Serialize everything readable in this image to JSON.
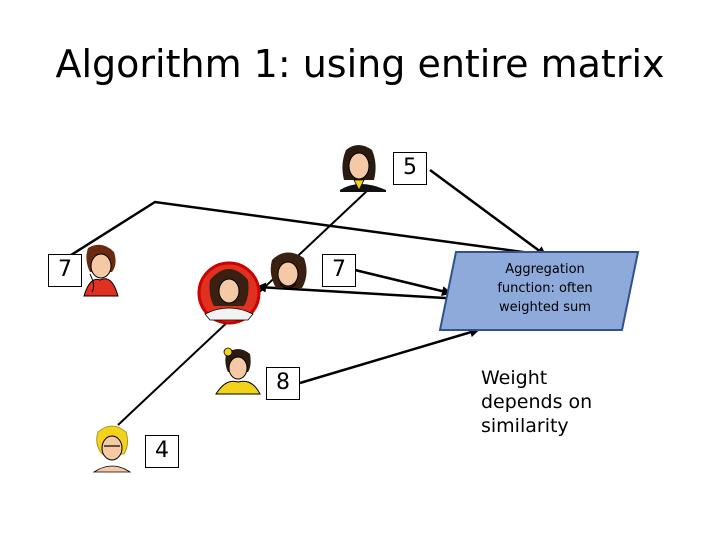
{
  "slide": {
    "title": "Algorithm 1: using entire matrix",
    "ratings": {
      "top_user": "5",
      "left_user": "7",
      "middle_user": "7",
      "lower_user": "8",
      "bottom_user": "4"
    },
    "aggregation_box": {
      "line1": "Aggregation",
      "line2": "function: often",
      "line3": "weighted sum"
    },
    "weight_note": {
      "line1": "Weight",
      "line2": "depends on",
      "line3": "similarity"
    }
  },
  "colors": {
    "aggregation_fill": "#8EAADB",
    "aggregation_border": "#2F528F",
    "target_ring": "#CC0000",
    "clipart_red": "#E03020",
    "clipart_yellow": "#F2D21B",
    "clipart_skin": "#F5C9A6"
  },
  "icons": [
    "woman-clipart",
    "man-clipart",
    "woman-clipart",
    "woman-clipart",
    "woman-clipart",
    "woman-clipart"
  ]
}
